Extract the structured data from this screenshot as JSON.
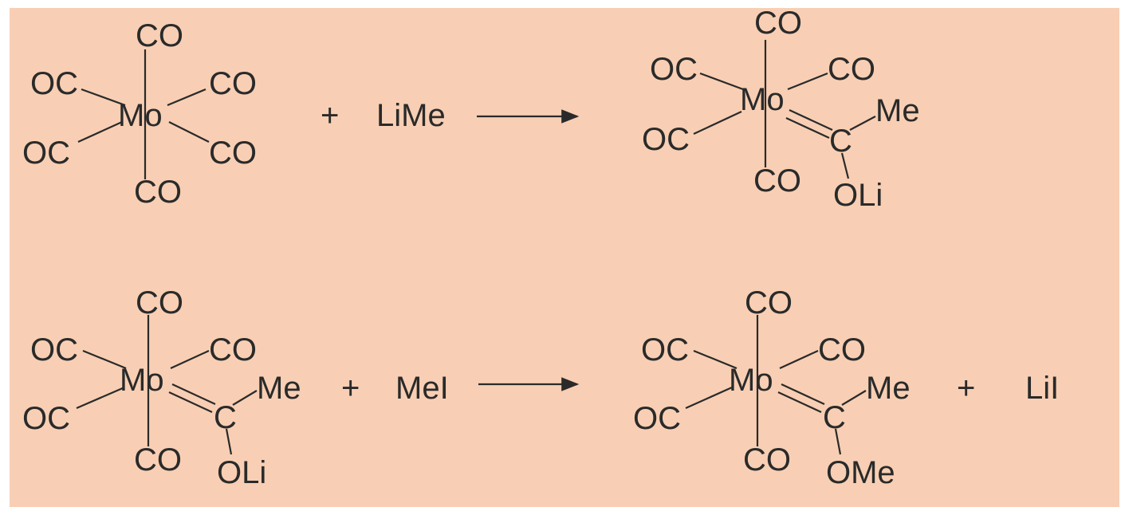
{
  "colors": {
    "background": "#f8cfb4",
    "ink": "#2a2a2a"
  },
  "reaction1": {
    "reactant": {
      "top": "CO",
      "ul": "OC",
      "ur": "CO",
      "metal": "Mo",
      "ll": "OC",
      "lr": "CO",
      "bottom": "CO"
    },
    "plus": "+",
    "reagent": "LiMe",
    "product": {
      "top": "CO",
      "ul": "OC",
      "ur": "CO",
      "metal": "Mo",
      "carbon": "C",
      "me": "Me",
      "ll": "OC",
      "bottom": "CO",
      "sub": "OLi"
    }
  },
  "reaction2": {
    "reactant": {
      "top": "CO",
      "ul": "OC",
      "ur": "CO",
      "metal": "Mo",
      "carbon": "C",
      "me": "Me",
      "ll": "OC",
      "bottom": "CO",
      "sub": "OLi"
    },
    "plus": "+",
    "reagent": "MeI",
    "product": {
      "top": "CO",
      "ul": "OC",
      "ur": "CO",
      "metal": "Mo",
      "carbon": "C",
      "me": "Me",
      "ll": "OC",
      "bottom": "CO",
      "sub": "OMe"
    },
    "plus2": "+",
    "byproduct": "LiI"
  }
}
